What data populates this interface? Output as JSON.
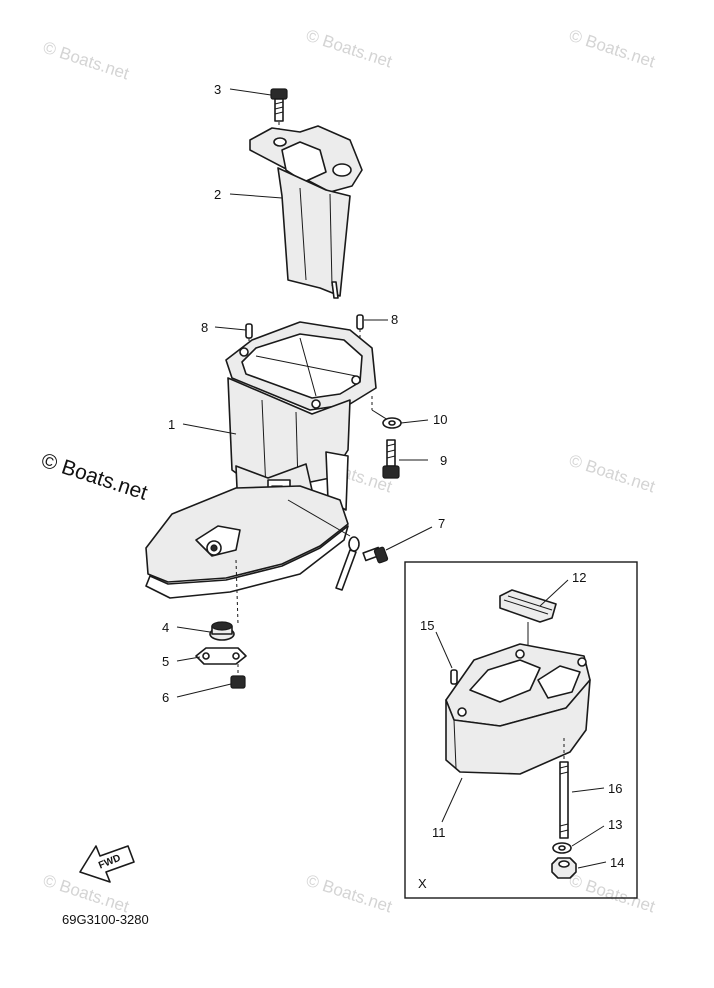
{
  "watermark": {
    "text": "© Boats.net",
    "large_text": "© Boats.net"
  },
  "diagram_code": "69G3100-3280",
  "inset_label": "X",
  "fwd_label": "FWD",
  "callouts": {
    "c1": "1",
    "c2": "2",
    "c3": "3",
    "c4": "4",
    "c5": "5",
    "c6": "6",
    "c7": "7",
    "c8a": "8",
    "c8b": "8",
    "c9": "9",
    "c10": "10",
    "c11": "11",
    "c12": "12",
    "c13": "13",
    "c14": "14",
    "c15": "15",
    "c16": "16"
  }
}
